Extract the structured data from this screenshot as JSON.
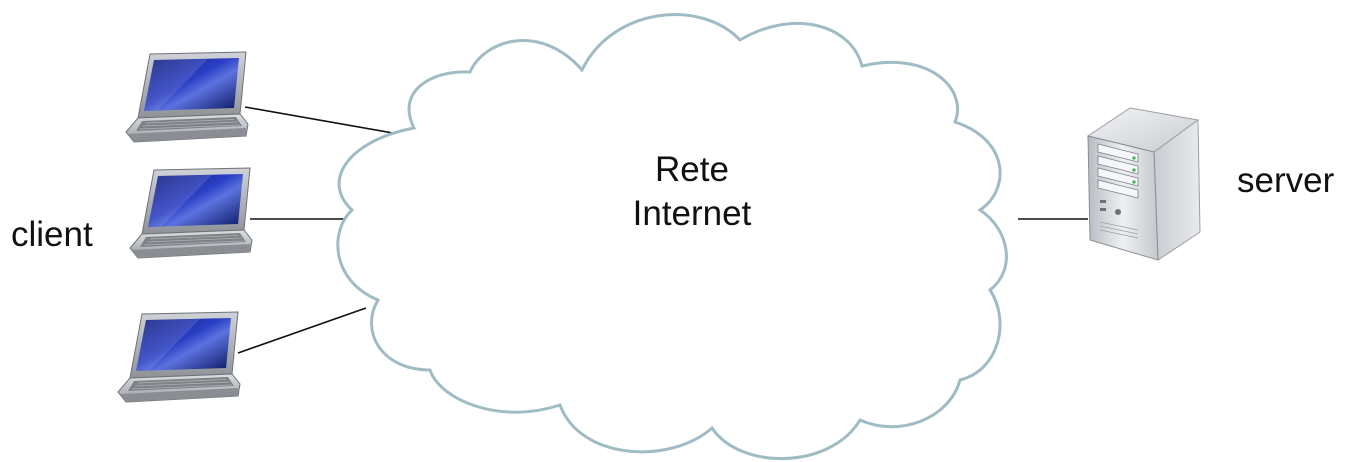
{
  "diagram": {
    "cloud": {
      "line1": "Rete",
      "line2": "Internet"
    },
    "client_label": "client",
    "server_label": "server",
    "colors": {
      "cloud_stroke": "#9fbcc4",
      "link": "#111111",
      "screen": "#1a2a9c",
      "laptop_body": "#b9bcc0",
      "server_body": "#d6d8dc"
    },
    "nodes": [
      {
        "type": "laptop-icon",
        "name": "client-laptop-1"
      },
      {
        "type": "laptop-icon",
        "name": "client-laptop-2"
      },
      {
        "type": "laptop-icon",
        "name": "client-laptop-3"
      },
      {
        "type": "server-icon",
        "name": "server"
      }
    ]
  }
}
